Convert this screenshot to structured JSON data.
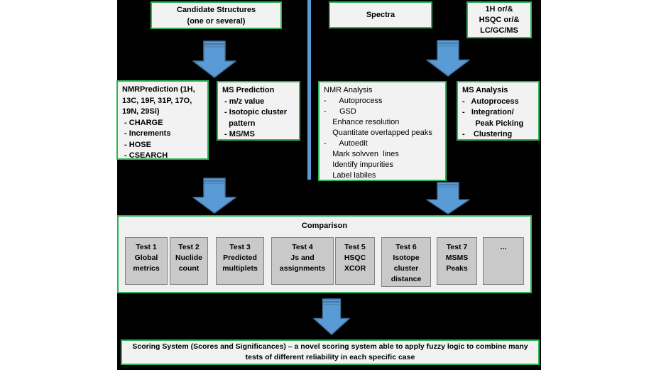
{
  "diagram": {
    "candidate_structures": {
      "lines": [
        "Candidate Structures",
        "(one or several)"
      ]
    },
    "spectra": {
      "label": "Spectra"
    },
    "raw_inputs": {
      "lines": [
        "1H or/&",
        "HSQC or/&",
        "LC/GC/MS"
      ]
    },
    "nmr_prediction": {
      "lines": [
        "NMRPrediction (1H,",
        "13C, 19F, 31P, 17O,",
        "19N, 29Si)",
        " - CHARGE",
        " - Increments",
        " - HOSE",
        " - CSEARCH"
      ]
    },
    "ms_prediction": {
      "lines": [
        "MS Prediction",
        " - m/z value",
        " - Isotopic cluster",
        "   pattern",
        " - MS/MS"
      ]
    },
    "nmr_analysis": {
      "lines": [
        "NMR Analysis",
        "-      Autoprocess",
        "-      GSD",
        "    Enhance resolution",
        "    Quantitate overlapped peaks",
        "-      Autoedit",
        "    Mark solvven  lines",
        "    Identify impurities",
        "    Label labiles"
      ]
    },
    "ms_analysis": {
      "lines": [
        "MS Analysis",
        "-   Autoprocess",
        "-   Integration/",
        "      Peak Picking",
        "-    Clustering"
      ]
    },
    "comparison": {
      "title": "Comparison",
      "tests": [
        {
          "lines": [
            "Test 1",
            "Global",
            "metrics"
          ]
        },
        {
          "lines": [
            "Test 2",
            "Nuclide",
            "count"
          ]
        },
        {
          "lines": [
            "Test 3",
            "Predicted",
            "multiplets"
          ]
        },
        {
          "lines": [
            "Test 4",
            "Js and",
            "assignments"
          ]
        },
        {
          "lines": [
            "Test 5",
            "HSQC",
            "XCOR"
          ]
        },
        {
          "lines": [
            "Test 6",
            "Isotope",
            "cluster",
            "distance"
          ]
        },
        {
          "lines": [
            "Test 7",
            "MSMS",
            "Peaks"
          ]
        },
        {
          "lines": [
            "..."
          ]
        }
      ]
    },
    "scoring": {
      "lines": [
        "Scoring System (Scores and Significances) – a novel scoring system able to apply fuzzy logic to combine many",
        "tests of different reliability in each specific case"
      ]
    },
    "colors": {
      "background": "#000000",
      "node_fill": "#f2f2f2",
      "node_border": "#2bb457",
      "test_fill": "#c9c9c9",
      "test_border": "#7f7f7f",
      "arrow_fill": "#5b9bd5",
      "arrow_stroke": "#41719c",
      "divider": "#5b9bd5"
    }
  }
}
